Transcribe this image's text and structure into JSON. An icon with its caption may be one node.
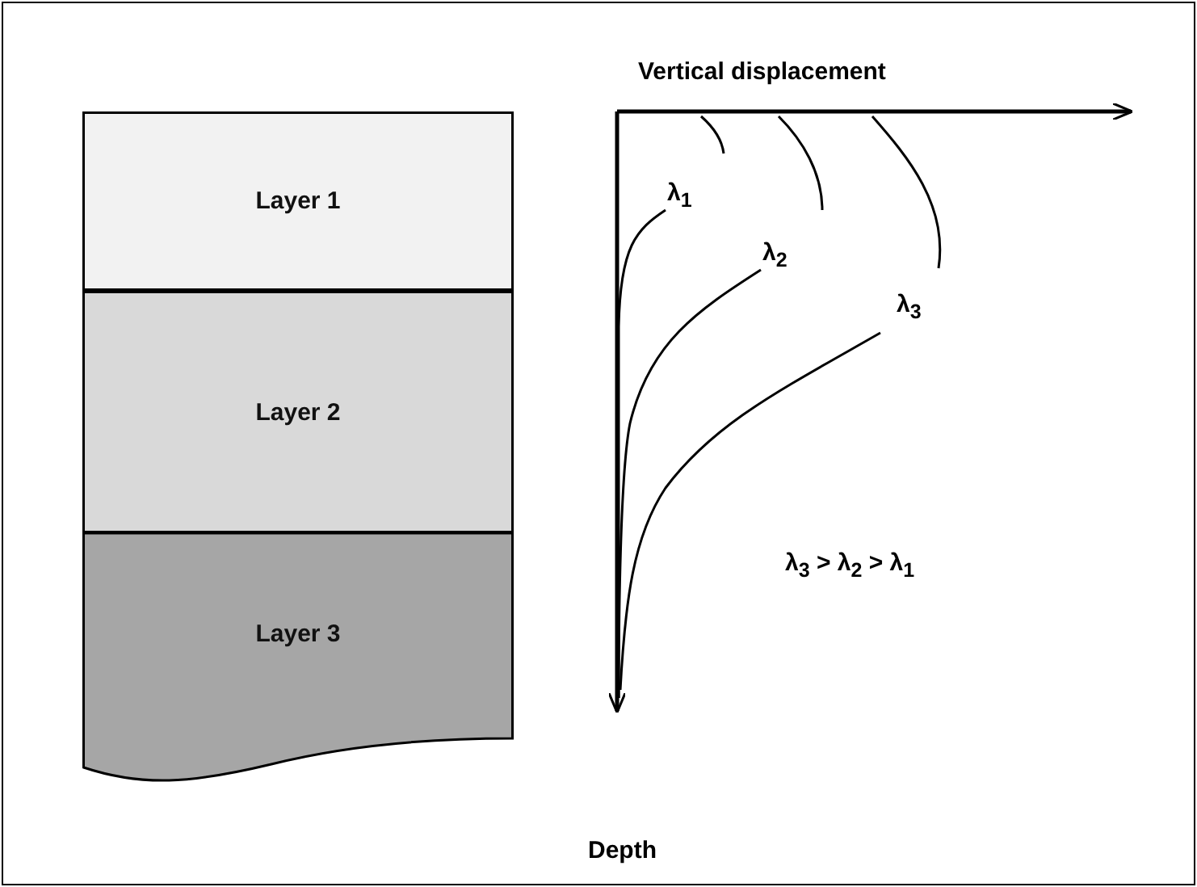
{
  "diagram": {
    "nodes": [
      {
        "text": [
          "Layer 1"
        ]
      },
      {
        "text": [
          "Layer 2"
        ]
      },
      {
        "text": [
          "Layer 3"
        ]
      }
    ],
    "labels": [
      "Vertical displacement",
      "λ$_{1}$",
      "λ$_{2}$",
      "λ$_{3}$",
      "λ$_{3}$ > λ$_{2}$ > λ$_{1}$",
      "Depth"
    ]
  }
}
